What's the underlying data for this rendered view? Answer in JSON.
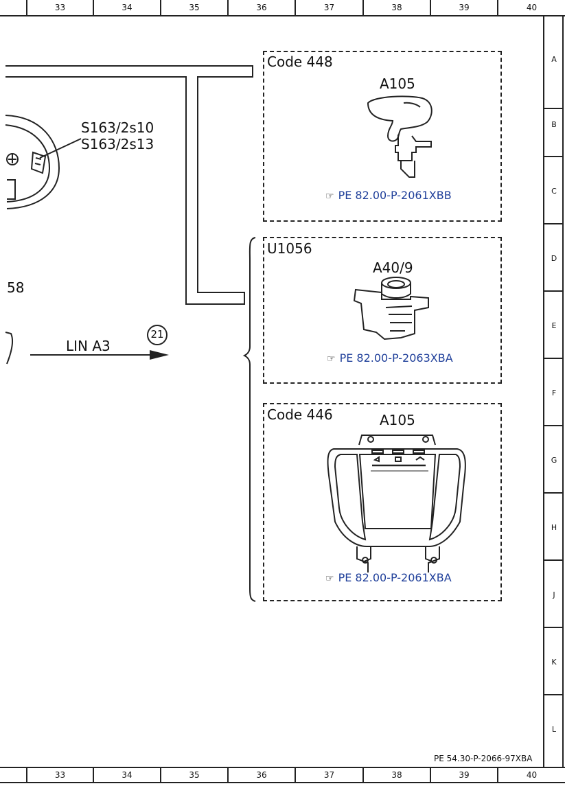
{
  "columns": [
    "33",
    "34",
    "35",
    "36",
    "37",
    "38",
    "39",
    "40"
  ],
  "rows": [
    "A",
    "B",
    "C",
    "D",
    "E",
    "F",
    "G",
    "H",
    "J",
    "K",
    "L"
  ],
  "left_fragment": {
    "switch_labels": [
      "S163/2s10",
      "S163/2s13"
    ],
    "number_label": "58",
    "bus_label": "LIN A3",
    "circle_ref": "21"
  },
  "boxes": [
    {
      "code": "Code 448",
      "component": "A105",
      "link": "PE 82.00-P-2061XBB"
    },
    {
      "code": "U1056",
      "component": "A40/9",
      "link": "PE 82.00-P-2063XBA"
    },
    {
      "code": "Code 446",
      "component": "A105",
      "link": "PE 82.00-P-2061XBA"
    }
  ],
  "document_ref": "PE 54.30-P-2066-97XBA",
  "icons": {
    "link": "pointing-hand-icon"
  }
}
